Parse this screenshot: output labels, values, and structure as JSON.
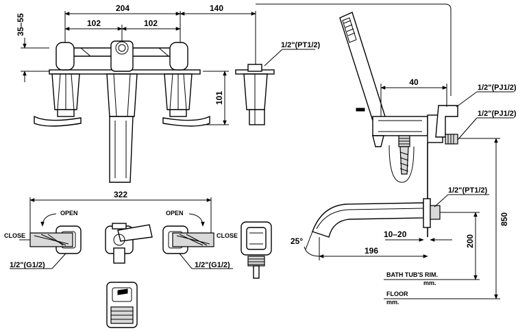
{
  "dimensions": {
    "d204": "204",
    "d140": "140",
    "d102a": "102",
    "d102b": "102",
    "d35_55": "35–55",
    "d101": "101",
    "d40": "40",
    "d322": "322",
    "d10_20": "10–20",
    "d196": "196",
    "d200": "200",
    "d850": "850",
    "angle25": "25°"
  },
  "threads": {
    "top_inlet": "1/2\"(PT1/2)",
    "shower_a": "1/2\"(PJ1/2)",
    "shower_b": "1/2\"(PJ1/2)",
    "spout_inlet": "1/2\"(PT1/2)",
    "left_valve": "1/2\"(G1/2)",
    "right_valve": "1/2\"(G1/2)"
  },
  "labels": {
    "open_left": "OPEN",
    "open_right": "OPEN",
    "close_left": "CLOSE",
    "close_right": "CLOSE",
    "bath_rim": "BATH TUB'S RIM.",
    "bath_rim_unit": "mm.",
    "floor": "FLOOR",
    "floor_unit": "mm."
  }
}
